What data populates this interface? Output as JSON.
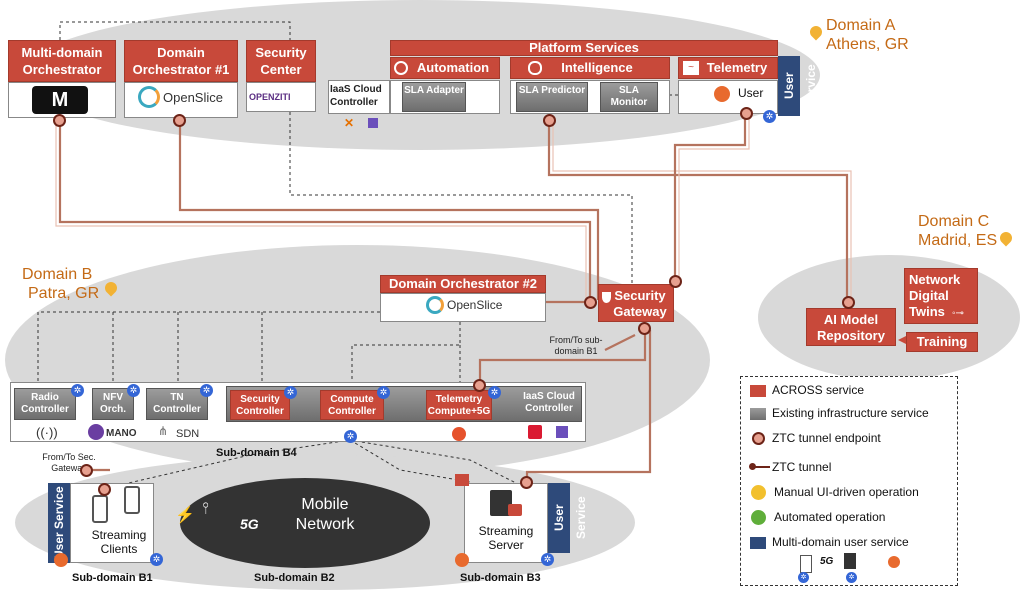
{
  "domains": {
    "a": {
      "name": "Domain A",
      "location": "Athens, GR"
    },
    "b": {
      "name": "Domain B",
      "location": "Patra, GR"
    },
    "c": {
      "name": "Domain C",
      "location": "Madrid, ES"
    }
  },
  "domain_a": {
    "multi_domain_orchestrator": "Multi-domain Orchestrator",
    "domain_orchestrator_1": "Domain Orchestrator #1",
    "security_center": "Security Center",
    "openslice": "OpenSlice",
    "openziti": "OPENZITI",
    "platform_services": "Platform Services",
    "automation": "Automation",
    "intelligence": "Intelligence",
    "telemetry": "Telemetry",
    "iaas_cloud_controller": "IaaS Cloud Controller",
    "sla_adapter": "SLA Adapter",
    "sla_predictor": "SLA Predictor",
    "sla_monitor": "SLA Monitor",
    "user": "User",
    "user_service": "User Service"
  },
  "domain_b": {
    "domain_orchestrator_2": "Domain Orchestrator #2",
    "openslice": "OpenSlice",
    "security_gateway": "Security Gateway",
    "from_to_subdomain": "From/To sub-domain B1",
    "radio_controller": "Radio Controller",
    "nfv_orch": "NFV Orch.",
    "tn_controller": "TN Controller",
    "security_controller": "Security Controller",
    "compute_controller": "Compute Controller",
    "telemetry_compute": "Telemetry Compute+5G",
    "iaas_cloud_controller": "IaaS Cloud Controller",
    "osm_mano": "MANO",
    "sdn": "SDN",
    "sub_domain_b4": "Sub-domain B4",
    "from_to_sec_gateway": "From/To Sec. Gateway",
    "user_service": "User Service",
    "streaming_clients": "Streaming Clients",
    "mobile_network": "Mobile Network",
    "five_g": "5G",
    "streaming_server": "Streaming Server",
    "sub_domain_b1": "Sub-domain B1",
    "sub_domain_b2": "Sub-domain B2",
    "sub_domain_b3": "Sub-domain B3"
  },
  "domain_c": {
    "ai_model_repository": "AI Model Repository",
    "network_digital_twins": "Network Digital Twins",
    "training": "Training"
  },
  "legend": {
    "across_service": "ACROSS service",
    "existing_infrastructure": "Existing infrastructure service",
    "ztc_endpoint": "ZTC tunnel endpoint",
    "ztc_tunnel": "ZTC tunnel",
    "manual_ui": "Manual UI-driven operation",
    "automated": "Automated operation",
    "multi_domain_user_service": "Multi-domain user service"
  },
  "colors": {
    "across": "#c8493a",
    "infra": "#7f7f7f",
    "tunnel": "#b5735e",
    "user_service": "#2e4a7a",
    "manual": "#f2c02e",
    "automated": "#5fae3a",
    "domain_text": "#c46a16"
  }
}
